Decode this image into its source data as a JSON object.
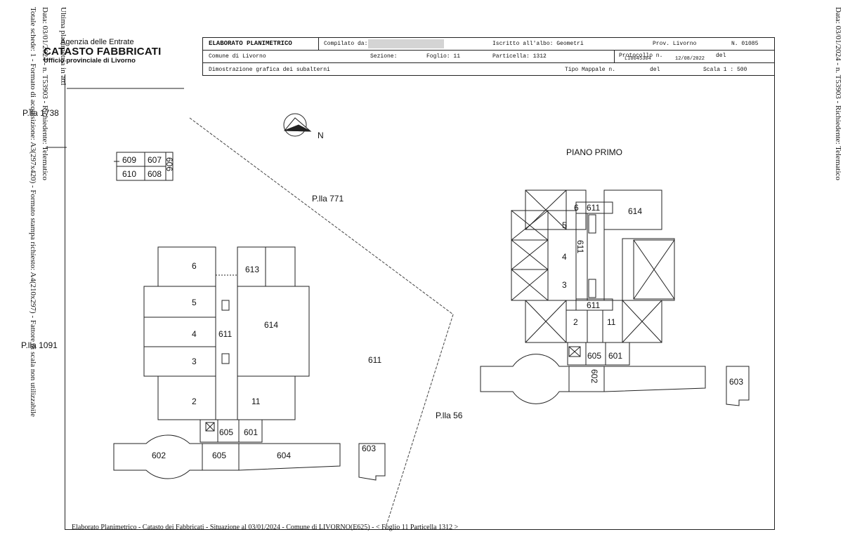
{
  "side_left": {
    "line1": "Ultima planimetria in atti",
    "line2": "Data: 03/01/2024 - n. T53903 - Richiedente: Telematico",
    "line3": "Totale schede: 1 - Formato di acquisizione: A3(297x420) - Formato stampa richiesto: A4(210x297) - Fattore di scala non utilizzabile"
  },
  "side_right": "Data: 03/01/2024 - n. T53903 - Richiedente: Telematico",
  "agency": {
    "line1": "Agenzia delle Entrate",
    "line2": "CATASTO FABBRICATI",
    "line3": "Ufficio provinciale di  Livorno"
  },
  "header": {
    "title": "ELABORATO PLANIMETRICO",
    "compilato_label": "Compilato da:",
    "iscritto": "Iscritto all'albo: Geometri",
    "prov": "Prov. Livorno",
    "numero": "N. 01085",
    "comune": "Comune di Livorno",
    "sezione": "Sezione:",
    "foglio": "Foglio: 11",
    "particella": "Particella: 1312",
    "protocollo": "Protocollo n.",
    "protocollo_num": "LI0045304",
    "protocollo_del": "del",
    "protocollo_date": "12/08/2022",
    "dimostrazione": "Dimostrazione grafica dei subalterni",
    "tipo_mappale": "Tipo Mappale n.",
    "tipo_del": "del",
    "scala": "Scala 1 : 500"
  },
  "parcels": {
    "p1738": "P.lla 1738",
    "p771": "P.lla 771",
    "p1091": "P.lla 1091",
    "p56": "P.lla 56",
    "p611": "611"
  },
  "north_label": "N",
  "piano_primo": "PIANO PRIMO",
  "ground_units": {
    "u609": "609",
    "u607": "607",
    "u606": "606",
    "u610": "610",
    "u608": "608",
    "u6": "6",
    "u613": "613",
    "u5": "5",
    "u614": "614",
    "u4": "4",
    "u611": "611",
    "u3": "3",
    "u2": "2",
    "u11": "11",
    "u605a": "605",
    "u601": "601",
    "u602": "602",
    "u605b": "605",
    "u604": "604",
    "u603": "603"
  },
  "first_units": {
    "u6": "6",
    "u611a": "611",
    "u614": "614",
    "u5": "5",
    "u611v": "611",
    "u4": "4",
    "u3": "3",
    "u611b": "611",
    "u2": "2",
    "u11": "11",
    "u605": "605",
    "u601": "601",
    "u602": "602",
    "u603": "603"
  },
  "footer": "Elaborato Planimetrico - Catasto dei Fabbricati - Situazione al 03/01/2024 - Comune di LIVORNO(E625) - < Foglio 11 Particella 1312 >"
}
